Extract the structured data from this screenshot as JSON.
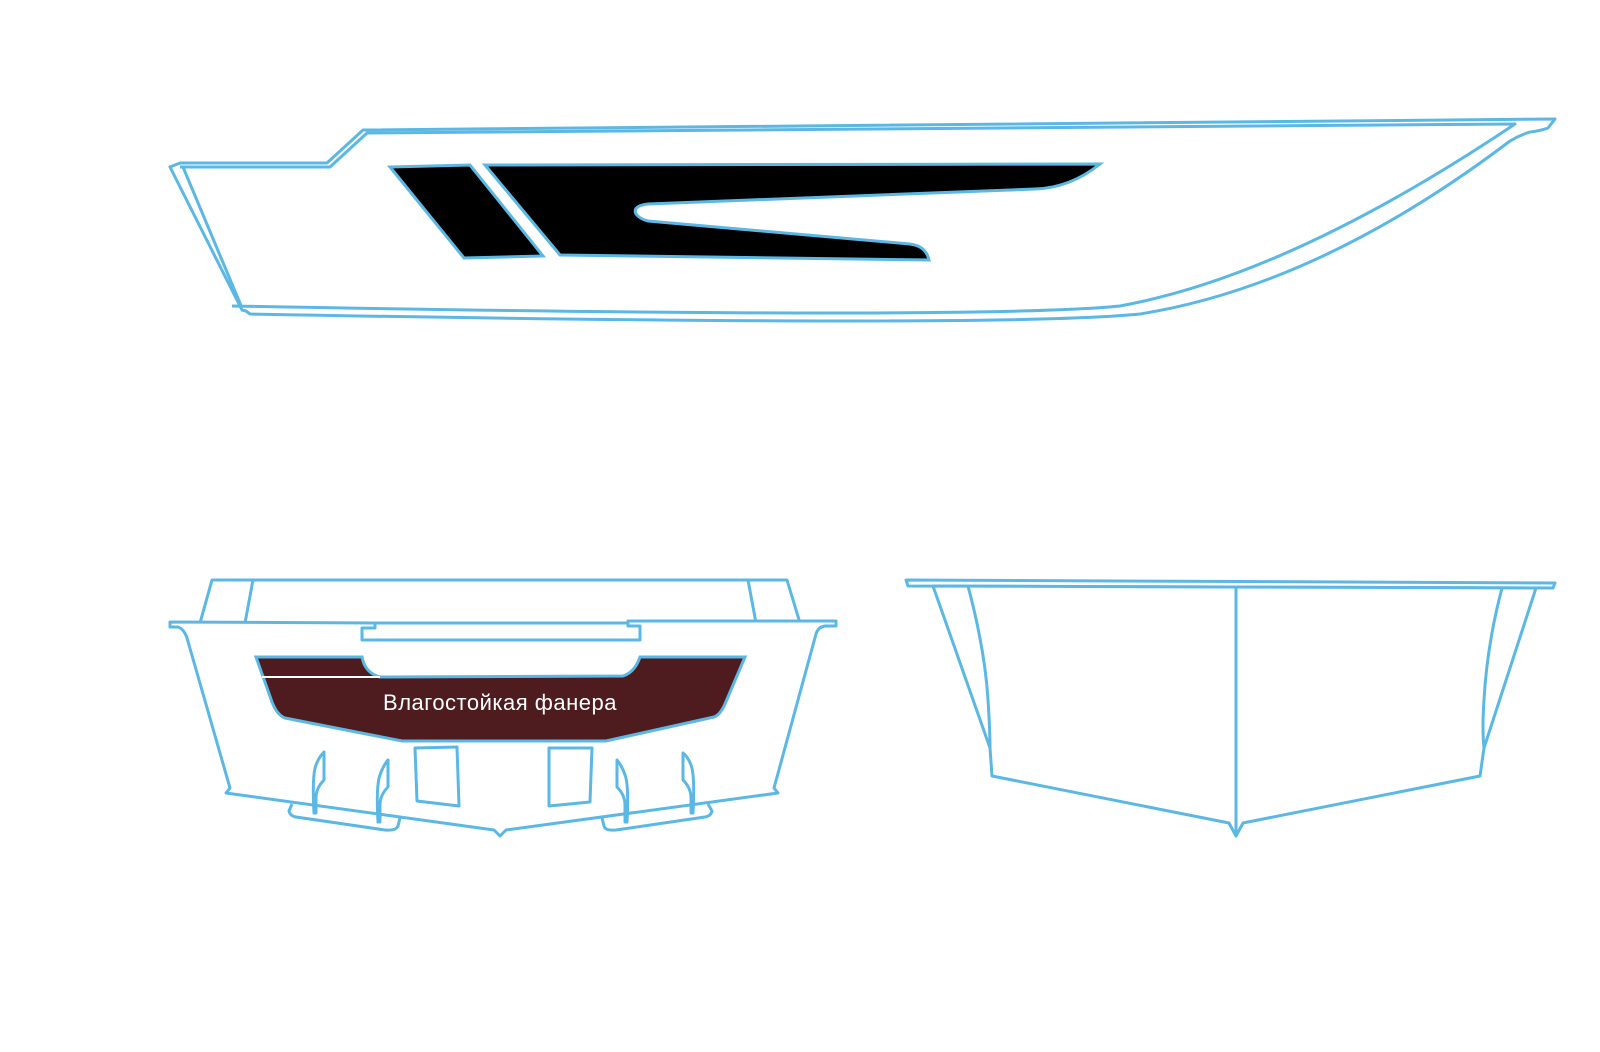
{
  "diagram": {
    "views": [
      "side-view",
      "stern-view",
      "bow-view"
    ],
    "material_label": "Влагостойкая фанера",
    "colors": {
      "outline": "#5bb8e4",
      "plywood": "#4e1c1e",
      "decal": "#000000",
      "background": "#ffffff"
    }
  }
}
